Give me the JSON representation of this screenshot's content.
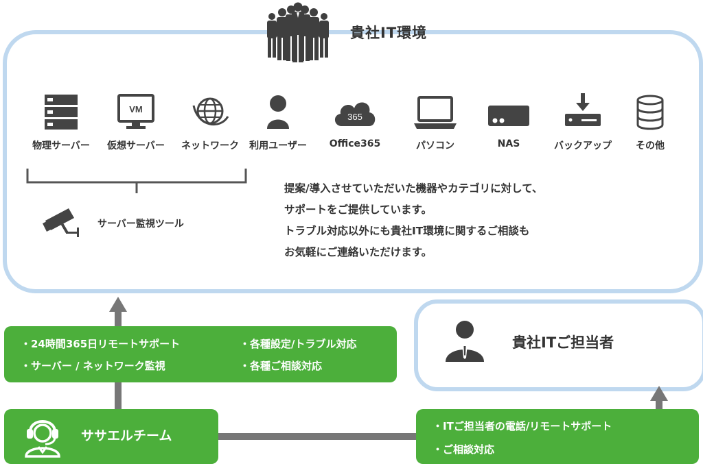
{
  "environment": {
    "title": "貴社IT環境",
    "items": [
      {
        "label": "物理サーバー",
        "icon": "server-icon"
      },
      {
        "label": "仮想サーバー",
        "icon": "vm-monitor-icon",
        "icon_text": "VM"
      },
      {
        "label": "ネットワーク",
        "icon": "globe-network-icon"
      },
      {
        "label": "利用ユーザー",
        "icon": "user-icon"
      },
      {
        "label": "Office365",
        "icon": "cloud-icon",
        "icon_text": "365"
      },
      {
        "label": "パソコン",
        "icon": "laptop-icon"
      },
      {
        "label": "NAS",
        "icon": "nas-icon"
      },
      {
        "label": "バックアップ",
        "icon": "backup-icon"
      },
      {
        "label": "その他",
        "icon": "database-icon"
      }
    ],
    "monitoring_tool": "サーバー監視ツール",
    "description": [
      "提案/導入させていただいた機器やカテゴリに対して、",
      "サポートをご提供しています。",
      "トラブル対応以外にも貴社IT環境に関するご相談も",
      "お気軽にご連絡いただけます。"
    ]
  },
  "support_box": {
    "items": [
      "・24時間365日リモートサポート",
      "・サーバー / ネットワーク監視",
      "・各種設定/トラブル対応",
      "・各種ご相談対応"
    ]
  },
  "contact": {
    "label": "貴社ITご担当者"
  },
  "team": {
    "label": "ササエルチーム"
  },
  "team_to_contact": {
    "items": [
      "・ITご担当者の電話/リモートサポート",
      "・ご相談対応"
    ]
  },
  "colors": {
    "frame": "#bfd8ef",
    "green": "#4caf3b",
    "icon": "#444444",
    "arrow": "#777777"
  }
}
